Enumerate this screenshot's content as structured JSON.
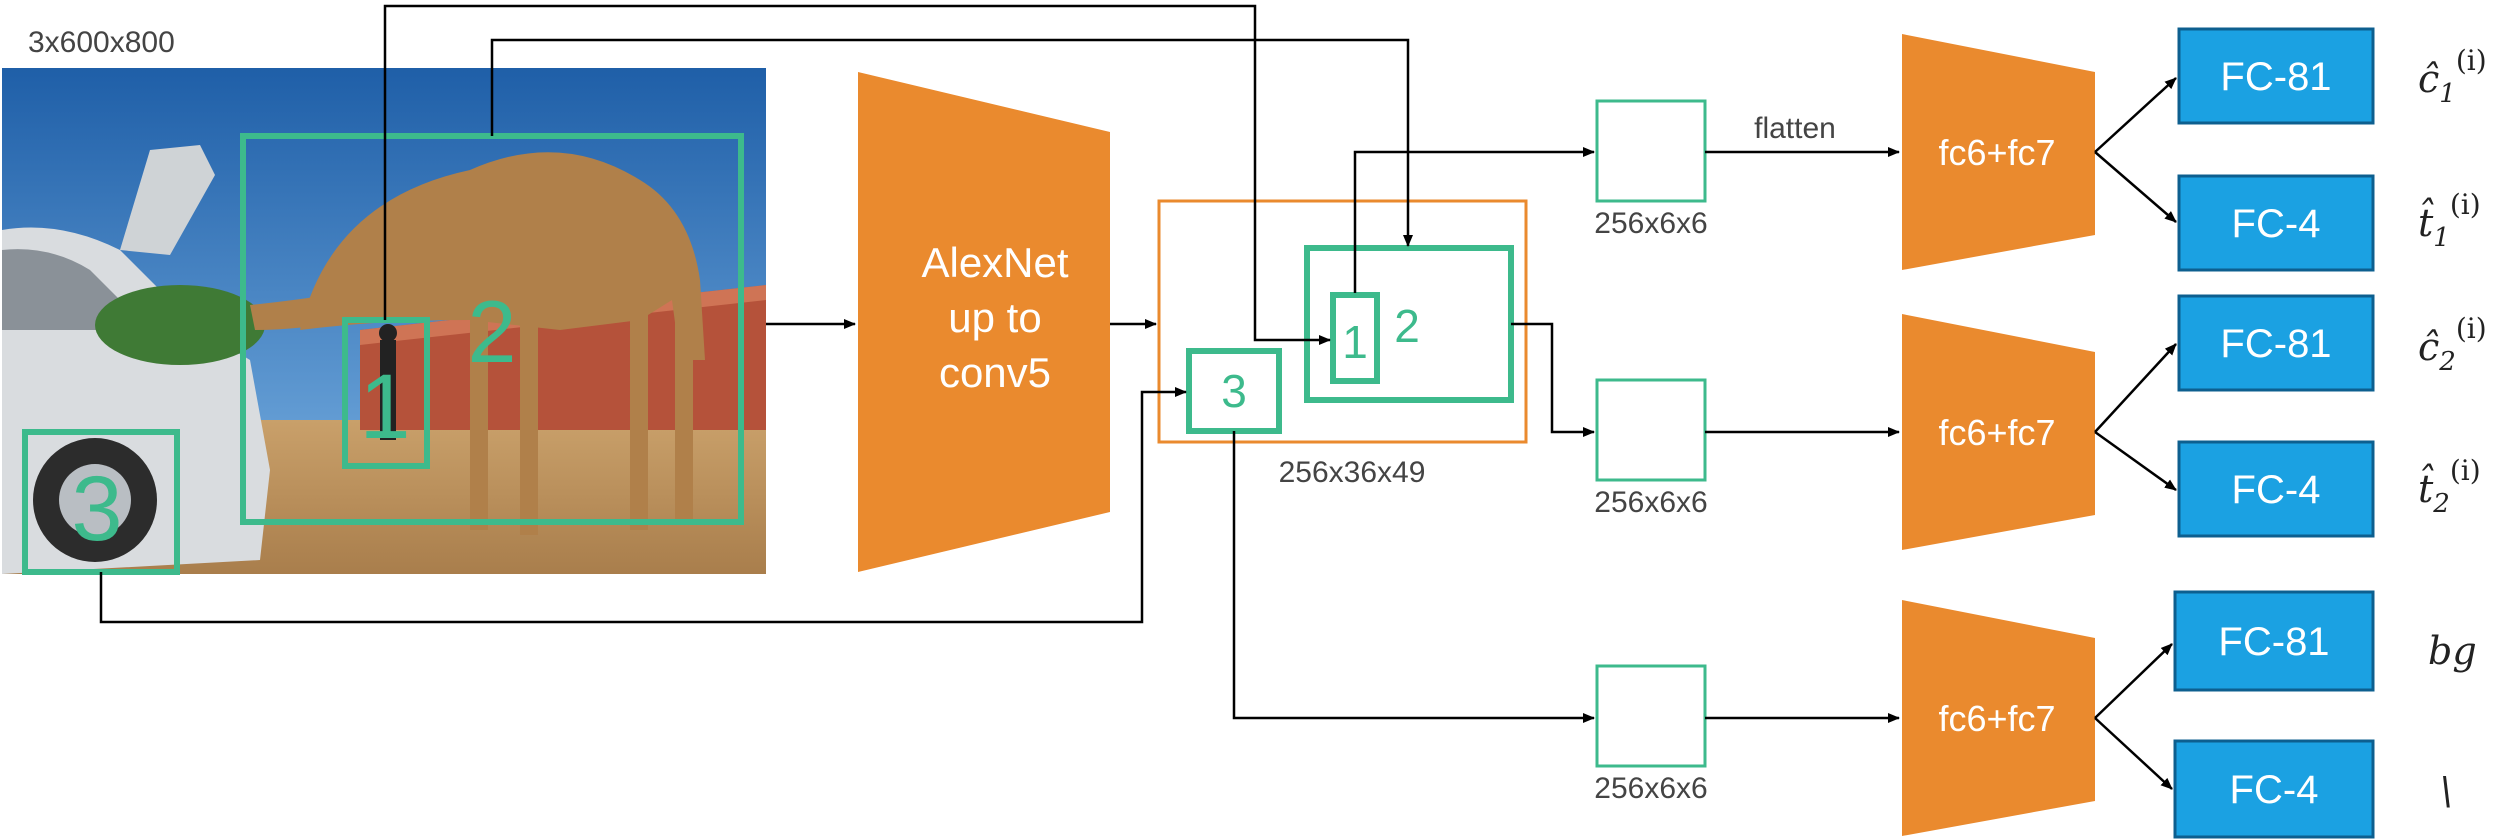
{
  "input": {
    "size_label": "3x600x800"
  },
  "regions": {
    "r1": "1",
    "r2": "2",
    "r3": "3"
  },
  "backbone": {
    "line1": "AlexNet",
    "line2": "up to",
    "line3": "conv5"
  },
  "feature_map": {
    "label": "256x36x49",
    "regions": {
      "r1": "1",
      "r2": "2",
      "r3": "3"
    }
  },
  "pooled": {
    "size_label": "256x6x6",
    "flatten_label": "flatten"
  },
  "heads": [
    {
      "fc_label": "fc6+fc7",
      "cls_label": "FC-81",
      "reg_label": "FC-4",
      "cls_symbol": "ĉ",
      "cls_sub": "1",
      "reg_symbol": "t̂",
      "reg_sub": "1",
      "sup": "(i)"
    },
    {
      "fc_label": "fc6+fc7",
      "cls_label": "FC-81",
      "reg_label": "FC-4",
      "cls_symbol": "ĉ",
      "cls_sub": "2",
      "reg_symbol": "t̂",
      "reg_sub": "2",
      "sup": "(i)"
    },
    {
      "fc_label": "fc6+fc7",
      "cls_label": "FC-81",
      "reg_label": "FC-4",
      "cls_out": "bg",
      "reg_out": "\\"
    }
  ],
  "colors": {
    "orange": "#ea8a2e",
    "green": "#3dba8c",
    "blue": "#1ba1e2",
    "blue_border": "#0d5f8f"
  }
}
